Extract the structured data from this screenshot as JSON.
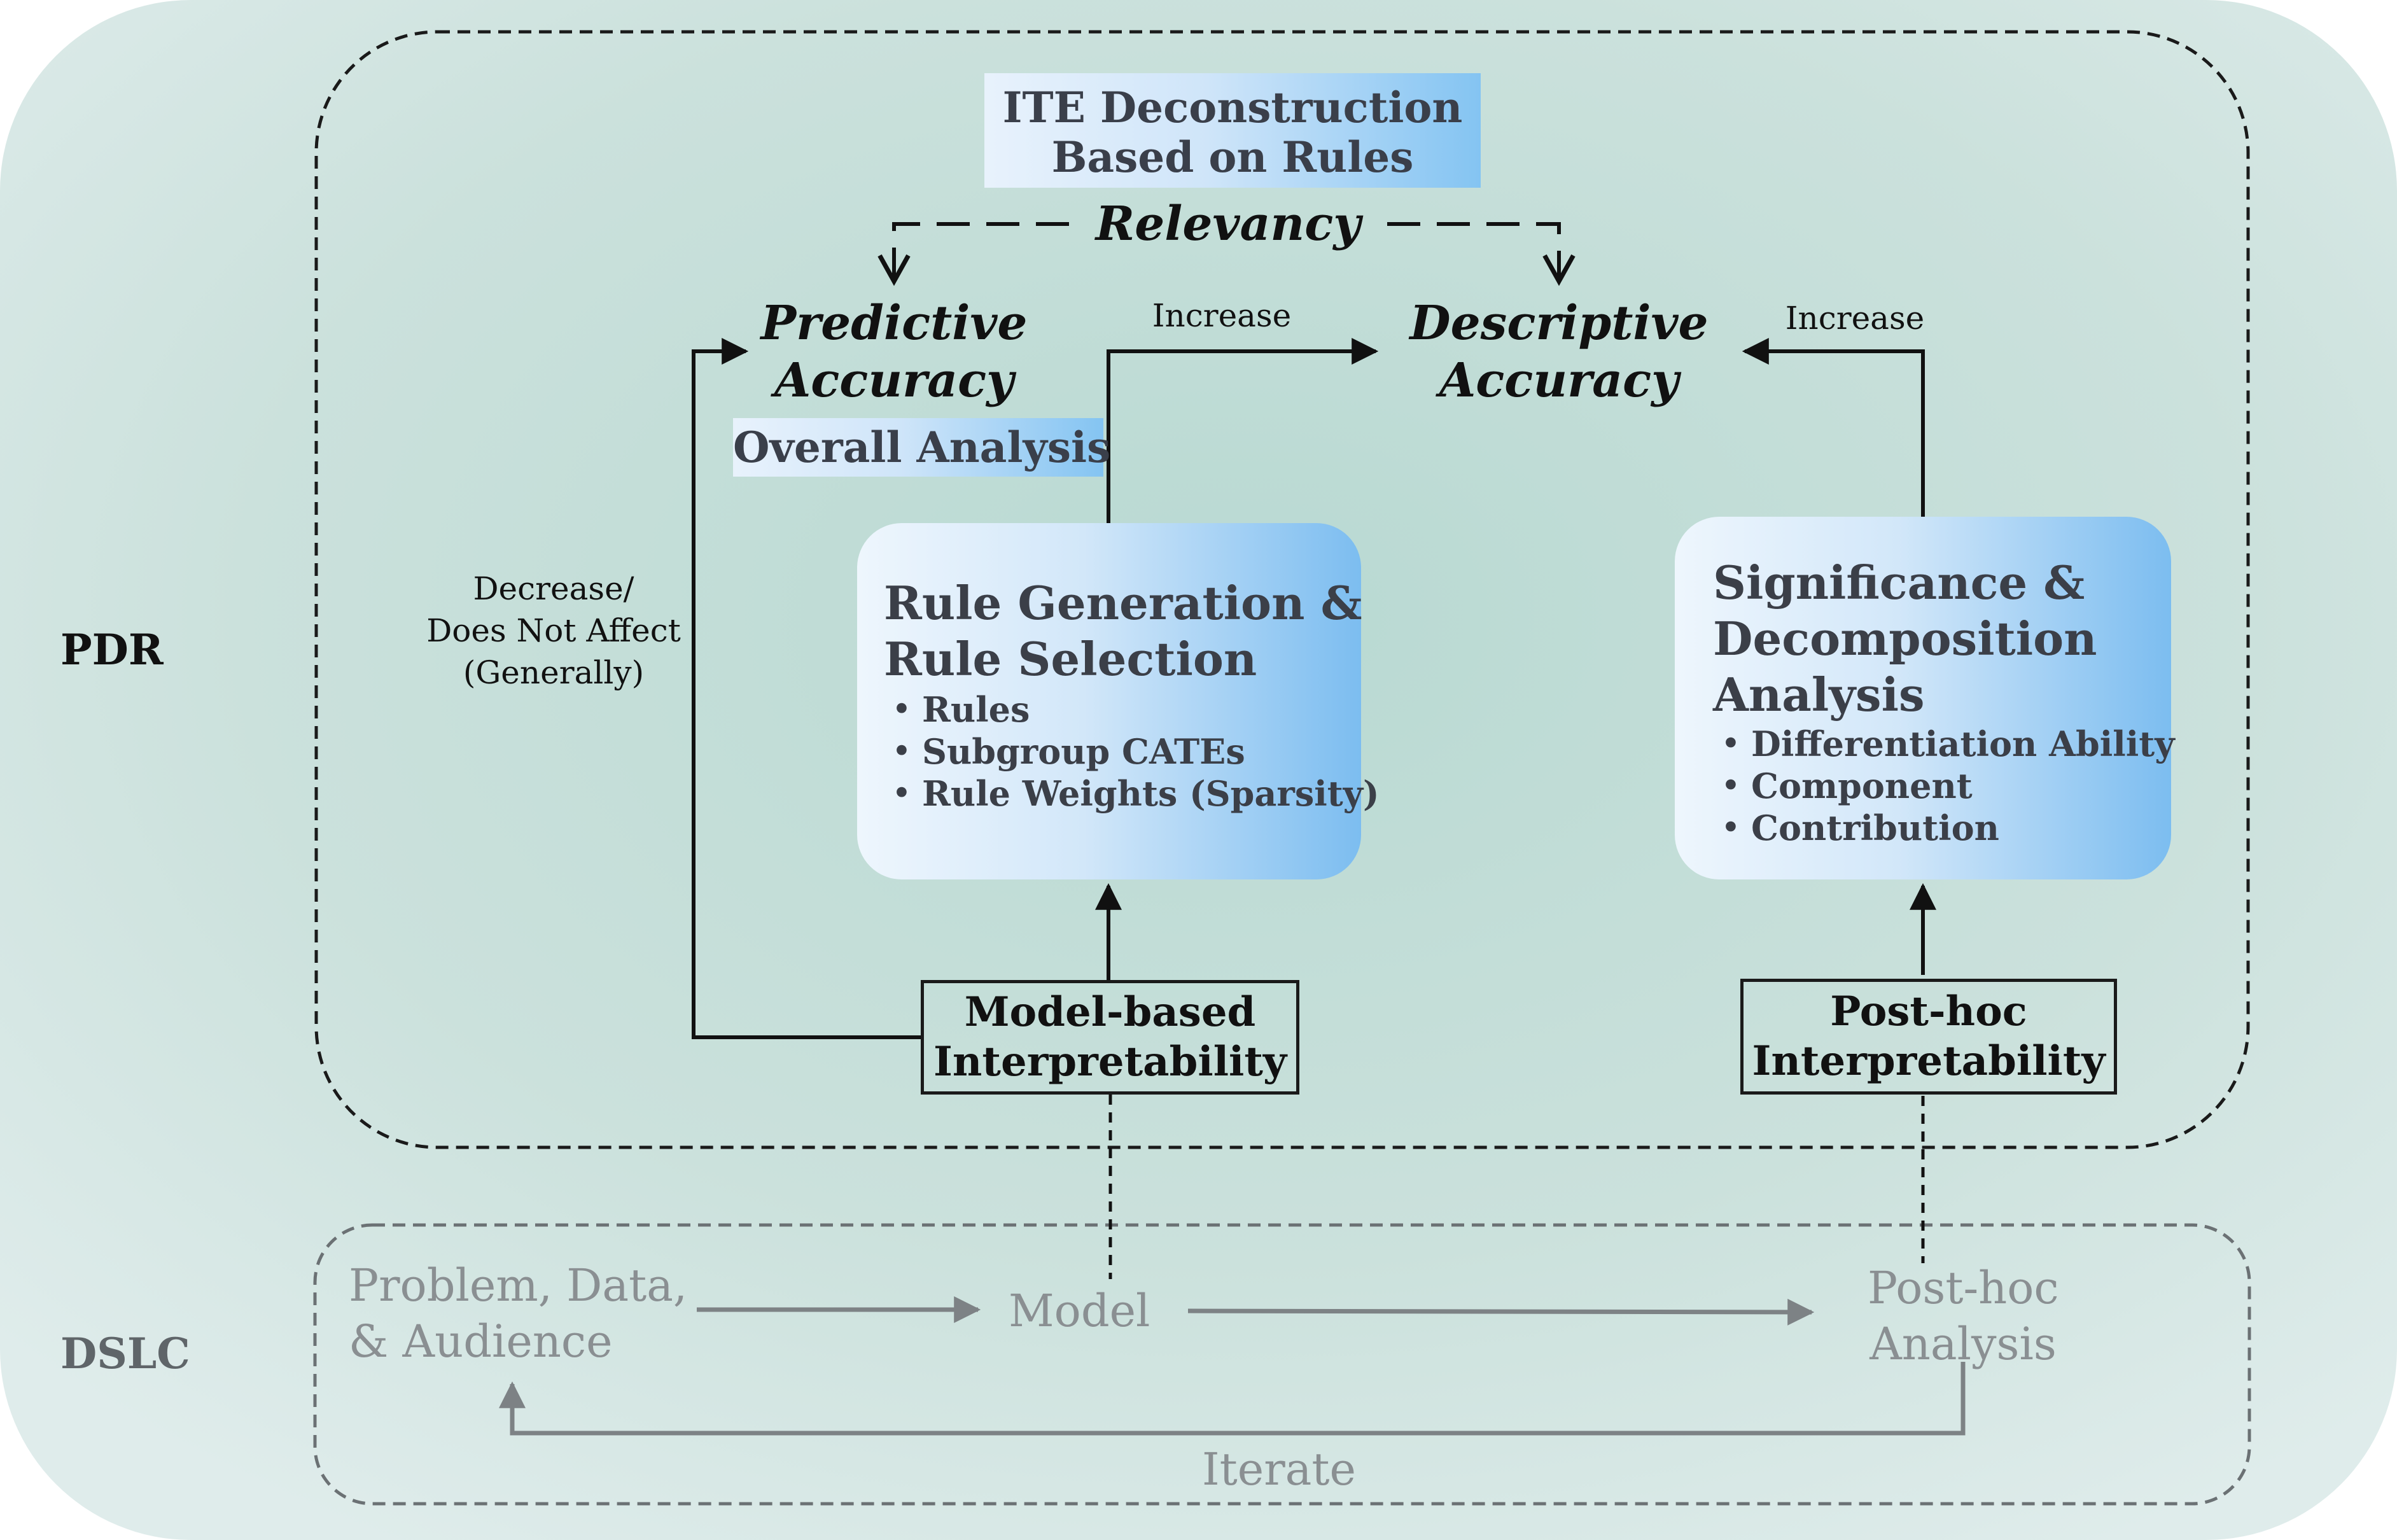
{
  "side_labels": {
    "pdr": "PDR",
    "dslc": "DSLC"
  },
  "ite_box": {
    "line1": "ITE Deconstruction",
    "line2": "Based on Rules"
  },
  "relevancy": "Relevancy",
  "predictive_accuracy": {
    "line1": "Predictive",
    "line2": "Accuracy"
  },
  "descriptive_accuracy": {
    "line1": "Descriptive",
    "line2": "Accuracy"
  },
  "overall_analysis": "Overall Analysis",
  "increase_left": "Increase",
  "increase_right": "Increase",
  "decrease_note": {
    "line1": "Decrease/",
    "line2": "Does Not Affect",
    "line3": "(Generally)"
  },
  "rule_card": {
    "title_line1": "Rule Generation &",
    "title_line2": "Rule Selection",
    "bullets": [
      "Rules",
      "Subgroup CATEs",
      "Rule Weights (Sparsity)"
    ]
  },
  "sig_card": {
    "title_line1": "Significance &",
    "title_line2": "Decomposition",
    "title_line3": "Analysis",
    "bullets": [
      "Differentiation Ability",
      "Component",
      "Contribution"
    ]
  },
  "model_based": {
    "line1": "Model-based",
    "line2": "Interpretability"
  },
  "post_hoc_interp": {
    "line1": "Post-hoc",
    "line2": "Interpretability"
  },
  "dslc": {
    "problem_line1": "Problem, Data,",
    "problem_line2": "& Audience",
    "model": "Model",
    "posthoc_line1": "Post-hoc",
    "posthoc_line2": "Analysis",
    "iterate": "Iterate"
  },
  "colors": {
    "outer_panel": "#cfe2df",
    "dark_text": "#111111",
    "box_text": "#3b3f48",
    "grey_text": "#8a8f92",
    "accent_blue": "#84c4f2"
  }
}
